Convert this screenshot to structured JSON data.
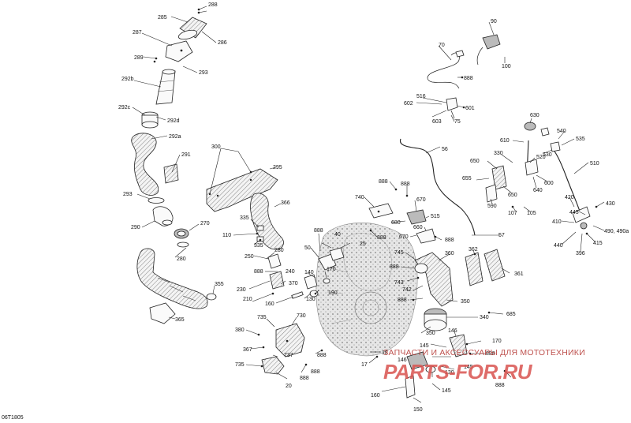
{
  "diagram_code": "06T1805",
  "watermark": {
    "top_text": "ЗАПЧАСТИ И АКСЕССУАРЫ ДЛЯ МОТОТЕХНИКИ",
    "main_text": "PARTS-FOR.RU"
  },
  "callouts": [
    {
      "id": "c288",
      "text": "288"
    },
    {
      "id": "c285",
      "text": "285"
    },
    {
      "id": "c286",
      "text": "286"
    },
    {
      "id": "c287",
      "text": "287"
    },
    {
      "id": "c289",
      "text": "289"
    },
    {
      "id": "c293a",
      "text": "293"
    },
    {
      "id": "c292b",
      "text": "292b"
    },
    {
      "id": "c292c",
      "text": "292c"
    },
    {
      "id": "c292d",
      "text": "292d"
    },
    {
      "id": "c292a",
      "text": "292a"
    },
    {
      "id": "c291",
      "text": "291"
    },
    {
      "id": "c293b",
      "text": "293"
    },
    {
      "id": "c290",
      "text": "290"
    },
    {
      "id": "c270",
      "text": "270"
    },
    {
      "id": "c280a",
      "text": "280"
    },
    {
      "id": "c355",
      "text": "355"
    },
    {
      "id": "c365",
      "text": "365"
    },
    {
      "id": "c300",
      "text": "300"
    },
    {
      "id": "c295",
      "text": "295"
    },
    {
      "id": "c366",
      "text": "366"
    },
    {
      "id": "c335a",
      "text": "335"
    },
    {
      "id": "c110",
      "text": "110"
    },
    {
      "id": "c335b",
      "text": "335"
    },
    {
      "id": "c280b",
      "text": "280"
    },
    {
      "id": "c250",
      "text": "250"
    },
    {
      "id": "c888a",
      "text": "888"
    },
    {
      "id": "c240",
      "text": "240"
    },
    {
      "id": "c230",
      "text": "230"
    },
    {
      "id": "c370",
      "text": "370"
    },
    {
      "id": "c210",
      "text": "210"
    },
    {
      "id": "c160a",
      "text": "160"
    },
    {
      "id": "c130a",
      "text": "130"
    },
    {
      "id": "c888b",
      "text": "888"
    },
    {
      "id": "c40",
      "text": "40"
    },
    {
      "id": "c50",
      "text": "50"
    },
    {
      "id": "c25",
      "text": "25"
    },
    {
      "id": "c140",
      "text": "140"
    },
    {
      "id": "c170a",
      "text": "170"
    },
    {
      "id": "c190",
      "text": "190"
    },
    {
      "id": "c380",
      "text": "380"
    },
    {
      "id": "c735a",
      "text": "735"
    },
    {
      "id": "c730",
      "text": "730"
    },
    {
      "id": "c367",
      "text": "367"
    },
    {
      "id": "c737",
      "text": "737"
    },
    {
      "id": "c888c",
      "text": "888"
    },
    {
      "id": "c735b",
      "text": "735"
    },
    {
      "id": "c888d",
      "text": "888"
    },
    {
      "id": "c20",
      "text": "20"
    },
    {
      "id": "c888e",
      "text": "888"
    },
    {
      "id": "c18",
      "text": "18"
    },
    {
      "id": "c17",
      "text": "17"
    },
    {
      "id": "c90",
      "text": "90"
    },
    {
      "id": "c100",
      "text": "100"
    },
    {
      "id": "c70",
      "text": "70"
    },
    {
      "id": "c888f",
      "text": "888"
    },
    {
      "id": "c516",
      "text": "516"
    },
    {
      "id": "c602",
      "text": "602"
    },
    {
      "id": "c601",
      "text": "601"
    },
    {
      "id": "c603",
      "text": "603"
    },
    {
      "id": "c75",
      "text": "75"
    },
    {
      "id": "c56",
      "text": "56"
    },
    {
      "id": "c888g",
      "text": "888"
    },
    {
      "id": "c888h",
      "text": "888"
    },
    {
      "id": "c740",
      "text": "740"
    },
    {
      "id": "c670a",
      "text": "670"
    },
    {
      "id": "c680",
      "text": "680"
    },
    {
      "id": "c515",
      "text": "515"
    },
    {
      "id": "c660",
      "text": "660"
    },
    {
      "id": "c888i",
      "text": "888"
    },
    {
      "id": "c670b",
      "text": "670"
    },
    {
      "id": "c888j",
      "text": "888"
    },
    {
      "id": "c745",
      "text": "745"
    },
    {
      "id": "c360",
      "text": "360"
    },
    {
      "id": "c888k",
      "text": "888"
    },
    {
      "id": "c743",
      "text": "743"
    },
    {
      "id": "c742",
      "text": "742"
    },
    {
      "id": "c888l",
      "text": "888"
    },
    {
      "id": "c350a",
      "text": "350"
    },
    {
      "id": "c340",
      "text": "340"
    },
    {
      "id": "c350b",
      "text": "350"
    },
    {
      "id": "c57",
      "text": "57"
    },
    {
      "id": "c362",
      "text": "362"
    },
    {
      "id": "c361",
      "text": "361"
    },
    {
      "id": "c685",
      "text": "685"
    },
    {
      "id": "c146",
      "text": "146"
    },
    {
      "id": "c145a",
      "text": "145"
    },
    {
      "id": "c170b",
      "text": "170"
    },
    {
      "id": "c888m",
      "text": "888"
    },
    {
      "id": "c145b",
      "text": "145"
    },
    {
      "id": "c146b",
      "text": "146"
    },
    {
      "id": "c130b",
      "text": "130"
    },
    {
      "id": "c145c",
      "text": "145"
    },
    {
      "id": "c160b",
      "text": "160"
    },
    {
      "id": "c150",
      "text": "150"
    },
    {
      "id": "c888n",
      "text": "888"
    },
    {
      "id": "c630",
      "text": "630"
    },
    {
      "id": "c610",
      "text": "610"
    },
    {
      "id": "c330",
      "text": "330"
    },
    {
      "id": "c520",
      "text": "520"
    },
    {
      "id": "c650a",
      "text": "650"
    },
    {
      "id": "c655",
      "text": "655"
    },
    {
      "id": "c650b",
      "text": "650"
    },
    {
      "id": "c640",
      "text": "640"
    },
    {
      "id": "c600",
      "text": "600"
    },
    {
      "id": "c590",
      "text": "590"
    },
    {
      "id": "c107",
      "text": "107"
    },
    {
      "id": "c105",
      "text": "105"
    },
    {
      "id": "c530",
      "text": "530"
    },
    {
      "id": "c540",
      "text": "540"
    },
    {
      "id": "c535",
      "text": "535"
    },
    {
      "id": "c510",
      "text": "510"
    },
    {
      "id": "c420",
      "text": "420"
    },
    {
      "id": "c430",
      "text": "430"
    },
    {
      "id": "c445",
      "text": "445"
    },
    {
      "id": "c410",
      "text": "410"
    },
    {
      "id": "c490",
      "text": "490, 490a"
    },
    {
      "id": "c440",
      "text": "440"
    },
    {
      "id": "c415",
      "text": "415"
    },
    {
      "id": "c396",
      "text": "396"
    }
  ]
}
